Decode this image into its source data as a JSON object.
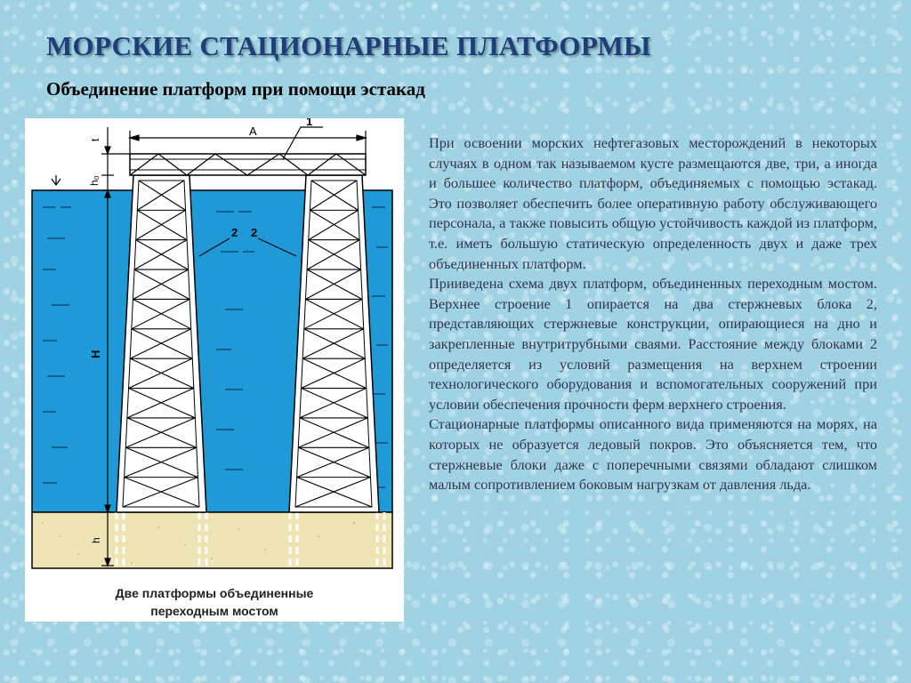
{
  "slide": {
    "title": "МОРСКИЕ СТАЦИОНАРНЫЕ ПЛАТФОРМЫ",
    "subtitle": "Объединение платформ при помощи эстакад"
  },
  "figure": {
    "caption_line1": "Две платформы объединенные",
    "caption_line2": "переходным мостом",
    "labels": {
      "span": "A",
      "top_structure": "1",
      "block_left": "2",
      "block_right": "2",
      "dim_t": "t",
      "dim_h0": "h₀",
      "dim_H": "H",
      "dim_h": "h"
    },
    "colors": {
      "water": "#1f9ad6",
      "soil": "#efe4b4",
      "structure": "#ffffff"
    }
  },
  "text": {
    "paragraphs": [
      "При освоении морских нефтегазовых месторождений в некоторых случаях в одном так называемом кусте размещаются две, три, а иногда и большее количество платформ, объединяемых с помощью эстакад. Это позволяет обеспечить более оперативную работу обслуживающего персонала, а также повысить общую устойчивость каждой из платформ, т.е. иметь большую статическую определенность двух и даже трех объединенных платформ.",
      "Приивeдена схема двух платформ, объединенных переходным мостом. Верхнее строение 1 опирается на два стержневых блока 2, представляющих стержневые конструкции, опирающиеся на дно и закрепленные внутритрубными сваями. Расстояние между блоками 2 определяется из условий размещения на верхнем строении технологического оборудования и вспомогательных сооружений при условии обеспечения прочности ферм верхнего строения.",
      "Стационарные платформы описанного вида применяются на морях, на которых не образуется ледовый покров. Это объясняется тем, что стержневые блоки даже с поперечными связями обладают слишком малым сопротивлением боковым нагрузкам от давления льда."
    ]
  }
}
